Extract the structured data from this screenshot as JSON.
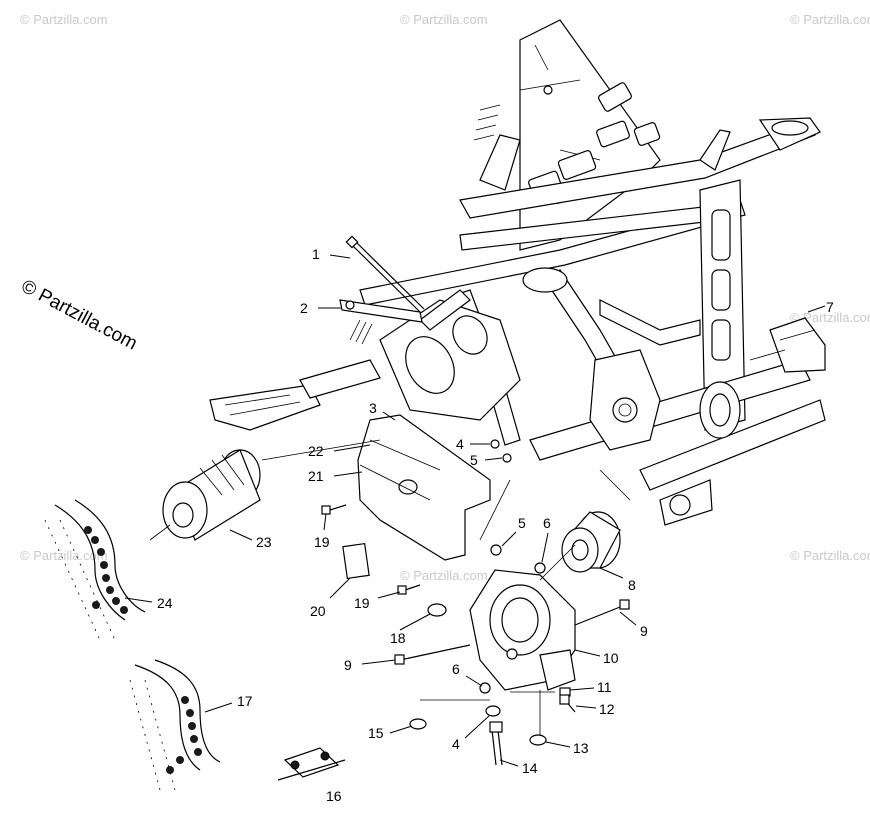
{
  "watermarks": {
    "side": "© Partzilla.com",
    "tile": "© Partzilla.com"
  },
  "callouts": [
    "1",
    "2",
    "3",
    "4",
    "5",
    "6",
    "7",
    "8",
    "9",
    "10",
    "11",
    "12",
    "13",
    "14",
    "15",
    "16",
    "17",
    "18",
    "19",
    "20",
    "21",
    "22",
    "23",
    "24"
  ],
  "labels": {
    "c1": "1",
    "c2": "2",
    "c3": "3",
    "c4a": "4",
    "c4b": "4",
    "c5a": "5",
    "c5b": "5",
    "c6a": "6",
    "c6b": "6",
    "c7": "7",
    "c8": "8",
    "c9a": "9",
    "c9b": "9",
    "c10": "10",
    "c11": "11",
    "c12": "12",
    "c13": "13",
    "c14": "14",
    "c15": "15",
    "c16": "16",
    "c17": "17",
    "c18": "18",
    "c19a": "19",
    "c19b": "19",
    "c20": "20",
    "c21": "21",
    "c22": "22",
    "c23": "23",
    "c24": "24"
  },
  "colors": {
    "line": "#000000",
    "watermark": "#c9c9c9",
    "background": "#ffffff"
  }
}
